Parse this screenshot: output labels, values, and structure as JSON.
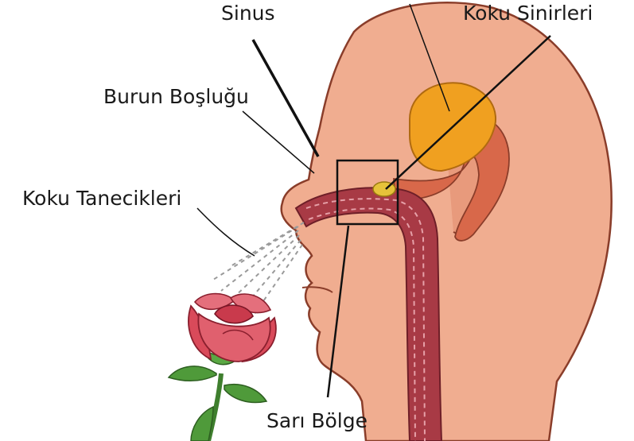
{
  "labels": {
    "sinus": "Sinus",
    "koku_sinirleri": "Koku Sinirleri",
    "burun_boslugu": "Burun Boşluğu",
    "koku_tanecikleri": "Koku Tanecikleri",
    "sari_bolge": "Sarı Bölge"
  },
  "colors": {
    "skin": "#f0ad90",
    "skin_outline": "#8a3d2a",
    "passage": "#a83a45",
    "brain": "#f0a020",
    "nerve": "#d8684a",
    "petal": "#d94a5a",
    "leaf": "#4f9a3a"
  },
  "icons": {
    "head": "human-head-profile",
    "flower": "rose"
  }
}
